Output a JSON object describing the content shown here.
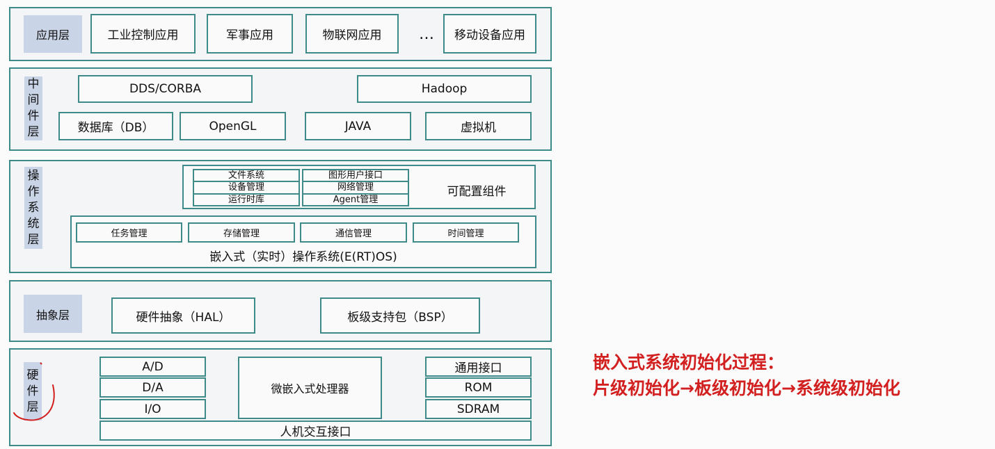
{
  "application_layer": {
    "label": "应用层",
    "items": [
      "工业控制应用",
      "军事应用",
      "物联网应用",
      "移动设备应用"
    ],
    "ellipsis": "…"
  },
  "middleware_layer": {
    "label": [
      "中",
      "间",
      "件",
      "层"
    ],
    "top_items": [
      "DDS/CORBA",
      "Hadoop"
    ],
    "bottom_items": [
      "数据库（DB）",
      "OpenGL",
      "JAVA",
      "虚拟机"
    ]
  },
  "os_layer": {
    "label": [
      "操",
      "作",
      "系",
      "统",
      "层"
    ],
    "config_left": [
      "文件系统",
      "设备管理",
      "运行时库"
    ],
    "config_right": [
      "图形用户接口",
      "网络管理",
      "Agent管理"
    ],
    "config_label": "可配置组件",
    "kernel_items": [
      "任务管理",
      "存储管理",
      "通信管理",
      "时间管理"
    ],
    "kernel_label": "嵌入式（实时）操作系统(E(RT)OS)"
  },
  "abstraction_layer": {
    "label": "抽象层",
    "items": [
      "硬件抽象（HAL）",
      "板级支持包（BSP）"
    ]
  },
  "hardware_layer": {
    "label": [
      "硬",
      "件",
      "层"
    ],
    "left_items": [
      "A/D",
      "D/A",
      "I/O"
    ],
    "processor": "微嵌入式处理器",
    "right_items": [
      "通用接口",
      "ROM",
      "SDRAM"
    ],
    "hmi": "人机交互接口"
  },
  "annotation": {
    "line1": "嵌入式系统初始化过程：",
    "line2": "片级初始化→板级初始化→系统级初始化",
    "color": "#d22020"
  }
}
